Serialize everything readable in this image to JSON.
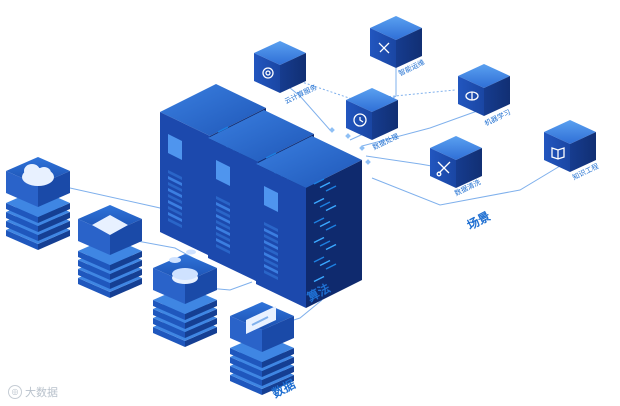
{
  "colors": {
    "cube_top": "#3f86e3",
    "cube_left": "#1d4fb3",
    "cube_right": "#163e94",
    "line": "#6ea6e8",
    "label": "#1f6fd1",
    "server_dark": "#0f2a6e"
  },
  "top_cubes": [
    {
      "icon": "gear-cloud-icon",
      "label": "云计算服务"
    },
    {
      "icon": "hammer-tools-icon",
      "label": "智能运维"
    },
    {
      "icon": "clock-refresh-icon",
      "label": "数据处理"
    },
    {
      "icon": "brain-icon",
      "label": "机器学习"
    },
    {
      "icon": "scissors-tools-icon",
      "label": "数据清洗"
    },
    {
      "icon": "book-icon",
      "label": "知识工程"
    }
  ],
  "center_label": "算法",
  "right_label": "场景",
  "left_stacks": [
    {
      "icon": "cloud-icon"
    },
    {
      "icon": "screen-icon"
    },
    {
      "icon": "coins-icon"
    },
    {
      "icon": "card-icon"
    }
  ],
  "bottom_label": "数据",
  "watermark": "大数据"
}
